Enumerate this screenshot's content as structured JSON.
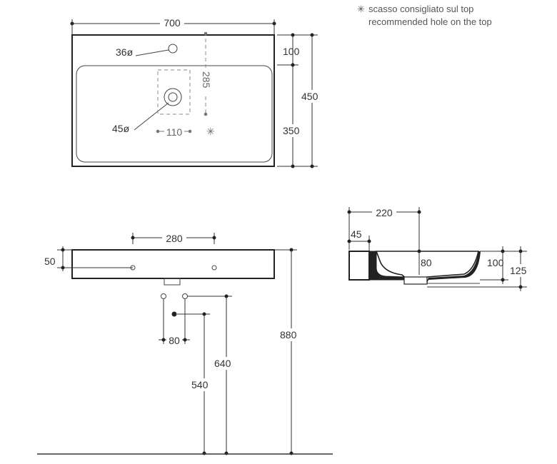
{
  "note": {
    "symbol": "✳",
    "line1": "scasso consigliato sul top",
    "line2": "recommended hole on the top"
  },
  "plan_view": {
    "width": "700",
    "depth": "450",
    "back_rim": "100",
    "front_part": "350",
    "tap_hole": "36ø",
    "drain_hole": "45ø",
    "hole_spacing": "285",
    "hole_offset": "110",
    "star": "✳"
  },
  "front_view": {
    "bracket_spacing": "280",
    "bracket_height": "50",
    "waste_spacing": "80",
    "height_to_floor": "880",
    "pipe_height_1": "640",
    "pipe_height_2": "540"
  },
  "side_view": {
    "projection": "220",
    "rim_thickness": "45",
    "bowl_depth": "80",
    "basin_height": "100",
    "total_height": "125"
  }
}
